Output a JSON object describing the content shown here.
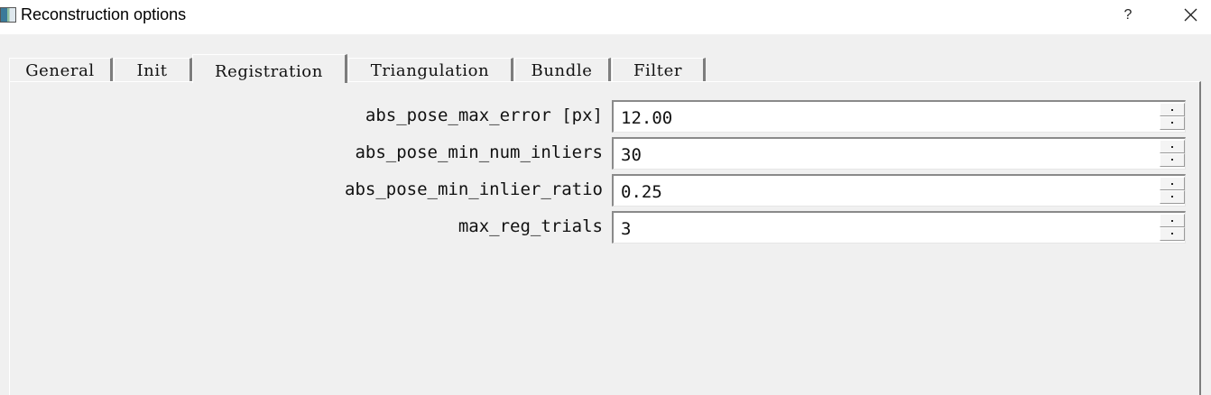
{
  "window": {
    "title": "Reconstruction options",
    "help_label": "?",
    "close_icon": "close-icon",
    "app_icon": "app-icon"
  },
  "tabs": [
    {
      "label": "General",
      "active": false
    },
    {
      "label": "Init",
      "active": false
    },
    {
      "label": "Registration",
      "active": true
    },
    {
      "label": "Triangulation",
      "active": false
    },
    {
      "label": "Bundle",
      "active": false
    },
    {
      "label": "Filter",
      "active": false
    }
  ],
  "registration": {
    "fields": [
      {
        "label": "abs_pose_max_error [px]",
        "value": "12.00"
      },
      {
        "label": "abs_pose_min_num_inliers",
        "value": "30"
      },
      {
        "label": "abs_pose_min_inlier_ratio",
        "value": "0.25"
      },
      {
        "label": "max_reg_trials",
        "value": "3"
      }
    ]
  },
  "colors": {
    "background": "#f0f0f0",
    "titlebar": "#ffffff",
    "input_background": "#ffffff"
  }
}
